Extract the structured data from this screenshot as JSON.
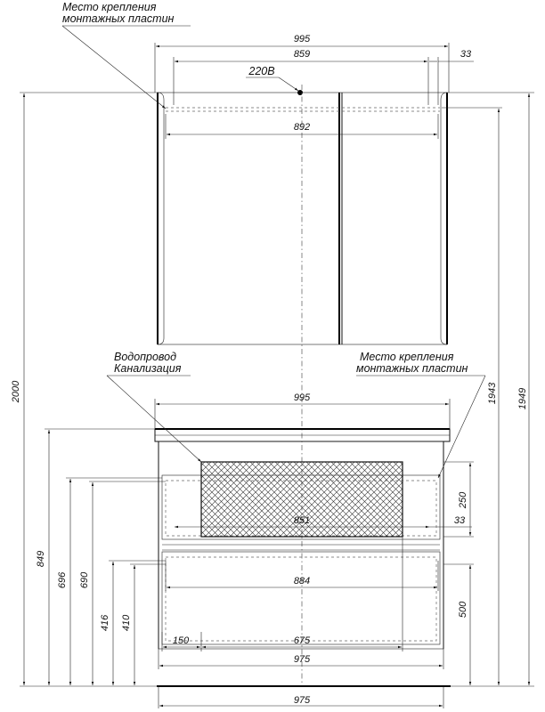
{
  "labels": {
    "mount_top_1": "Место крепления",
    "mount_top_2": "монтажных пластин",
    "power": "220В",
    "water_1": "Водопровод",
    "water_2": "Канализация",
    "mount_bottom_1": "Место крепления",
    "mount_bottom_2": "монтажных пластин"
  },
  "dimensions": {
    "mirror_width": "995",
    "mirror_inner": "859",
    "mirror_side": "33",
    "mirror_plates": "892",
    "top_width": "995",
    "drawer_inner": "851",
    "drawer_side": "33",
    "drawer_plates": "884",
    "offset_left": "150",
    "offset_mid": "675",
    "body_width": "975",
    "base_width": "975",
    "h_total": "2000",
    "h_849": "849",
    "h_696": "696",
    "h_690": "690",
    "h_416": "416",
    "h_410": "410",
    "h_250": "250",
    "h_500": "500",
    "h_1943": "1943",
    "h_1949": "1949"
  }
}
